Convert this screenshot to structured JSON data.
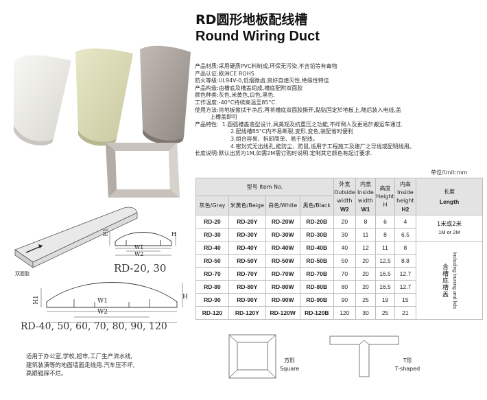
{
  "title": {
    "cn": "RD圆形地板配线槽",
    "en": "Round Wiring Duct"
  },
  "spec_lines": [
    "产品材质:采用硬质PVC料制成,环保无污染,不含铅等有毒物",
    "产品认证:欧洲CE ROHS",
    "防火等级:UL94V-0,低烟微卤,良好自熄灭性,绝缘性特佳",
    "产品构造:由槽底及槽盖组成,槽底配附双面胶",
    "颜色种类:灰色,米黄色,白色,黑色.",
    "工作温度:-40°C持续高温至85°C.",
    "使用方法:将地板擦拭干净后,再将槽底双面胶撕开,黏贴固定於地板上,随后装入电线,盖",
    "上槽盖即可"
  ],
  "features": {
    "label": "产品特性:",
    "items": [
      "1.圆弧槽盖造型设计,具美观及抗重压之功能,不绊倒人及更易於搬运车通过.",
      "2.配线槽85°C内不易断裂,变形,变色,装配省时便利",
      "3.组合容易、拆卸简单、易于配线。",
      "4.密封式无出线孔,能防尘、防鼠,适用于工程施工及建厂之导线或配明线用。"
    ]
  },
  "length_note": "长度说明:默认出货为1M,如需2M需订购时说明.定制其它颜色有起订要求.",
  "unit": "单位/Unit:mm",
  "table": {
    "model_header": "型号 Item No.",
    "color_headers": [
      "灰色/Gray",
      "米黄色/Beige",
      "白色/White",
      "黑色/Black"
    ],
    "dim_headers": [
      {
        "top": [
          "外宽",
          "Outside",
          "width"
        ],
        "bottom": "W2"
      },
      {
        "top": [
          "内宽",
          "Inside",
          "width"
        ],
        "bottom": "W1"
      },
      {
        "top": [
          "高度",
          ""
        ],
        "bottom": "Height  H"
      },
      {
        "top": [
          "内高",
          "Inside",
          "height"
        ],
        "bottom": "H2"
      }
    ],
    "length_header": {
      "cn": "长度",
      "en": "Length"
    },
    "rows": [
      [
        "RD-20",
        "RD-20Y",
        "RD-20W",
        "RD-20B",
        "20",
        "8",
        "6",
        "4"
      ],
      [
        "RD-30",
        "RD-30Y",
        "RD-30W",
        "RD-30B",
        "30",
        "11",
        "8",
        "6.5"
      ],
      [
        "RD-40",
        "RD-40Y",
        "RD-40W",
        "RD-40B",
        "40",
        "12",
        "11",
        "8"
      ],
      [
        "RD-50",
        "RD-50Y",
        "RD-50W",
        "RD-50B",
        "50",
        "20",
        "12.5",
        "8.8"
      ],
      [
        "RD-70",
        "RD-70Y",
        "RD-70W",
        "RD-70B",
        "70",
        "20",
        "16.5",
        "12.7"
      ],
      [
        "RD-80",
        "RD-80Y",
        "RD-80W",
        "RD-80B",
        "80",
        "20",
        "16.5",
        "12.7"
      ],
      [
        "RD-90",
        "RD-90Y",
        "RD-90W",
        "RD-90B",
        "90",
        "25",
        "19",
        "15"
      ],
      [
        "RD-120",
        "RD-120Y",
        "RD-120W",
        "RD-120B",
        "120",
        "30",
        "25",
        "21"
      ]
    ],
    "length_values": {
      "cn": "1米或2米",
      "en": "1M or 2M"
    },
    "lid_note": {
      "cn": "含槽底槽盖",
      "en": "Including truning and lids"
    }
  },
  "drawing": {
    "rd1_label": "RD-20, 30",
    "rd2_label": "RD-40, 50, 60, 70, 80, 90, 120",
    "tape_label": "双面胶",
    "dims": {
      "w1": "W1",
      "w2": "W2",
      "h": "H",
      "h1": "H1"
    }
  },
  "usage_lines": [
    "适用于办公室,学校,超市,工厂生产流水线,",
    "建筑装潢等的地面墙面走线用.汽车压不坏,",
    "高跟鞋踩不烂。"
  ],
  "shapes": {
    "square": {
      "cn": "方形",
      "en": "Square"
    },
    "tee": {
      "cn": "T形",
      "en": "T-shaped"
    }
  },
  "colors": {
    "gray": "#a79f99",
    "beige": "#dcdcbb",
    "white": "#efeee9",
    "header": "#e3e3e3"
  }
}
